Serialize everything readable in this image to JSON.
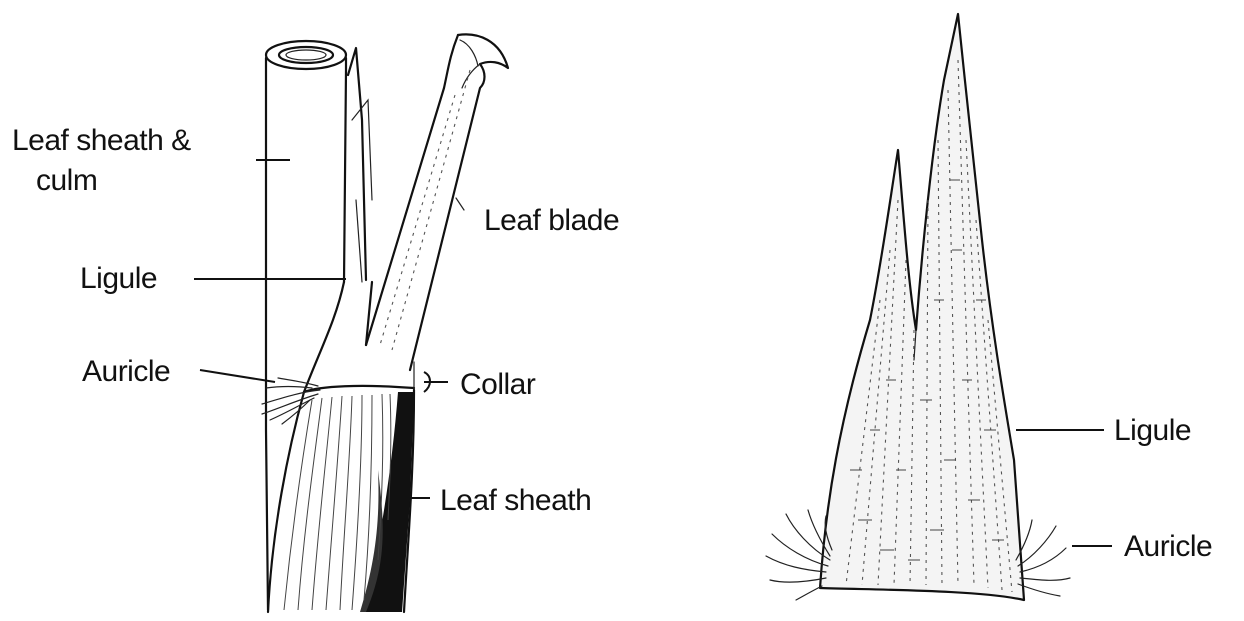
{
  "figure": {
    "left_panel": {
      "labels": {
        "leaf_sheath_culm_line1": "Leaf sheath &",
        "leaf_sheath_culm_line2": "culm",
        "leaf_blade": "Leaf blade",
        "ligule": "Ligule",
        "auricle": "Auricle",
        "collar": "Collar",
        "leaf_sheath": "Leaf sheath"
      }
    },
    "right_panel": {
      "labels": {
        "ligule": "Ligule",
        "auricle": "Auricle"
      }
    }
  }
}
